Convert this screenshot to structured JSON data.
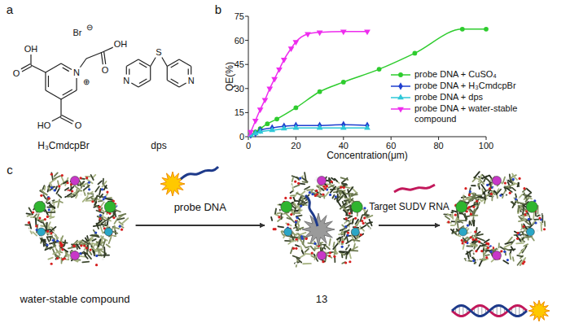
{
  "diagram": {
    "nodes": [
      {
        "text": [
          "water-stable compound"
        ]
      },
      {
        "text": [
          "13"
        ]
      },
      {
        "text": []
      }
    ],
    "edges": [
      {
        "from": 0,
        "to": 1,
        "arrow": "to",
        "label": "probe DNA"
      },
      {
        "from": 1,
        "to": 2,
        "arrow": "to",
        "label": "Target SUDV RNA"
      }
    ],
    "labels": [
      "a",
      "OH",
      "O",
      "HO",
      "O",
      "N",
      "⊕",
      "OH",
      "O",
      "Br",
      "⊖",
      "N",
      "S",
      "N",
      "H₃CmdcpBr",
      "dps",
      "b",
      "0",
      "15",
      "30",
      "45",
      "60",
      "75",
      "0",
      "20",
      "40",
      "60",
      "80",
      "100",
      "QE(%)",
      "Concentration(μm)",
      "c"
    ],
    "legend": [
      {
        "text": "probe DNA + CuSO₄"
      },
      {
        "text": "probe DNA + H₃CmdcpBr"
      },
      {
        "text": "probe DNA + dps"
      },
      {
        "text": "probe DNA + water-stable compound"
      }
    ]
  }
}
